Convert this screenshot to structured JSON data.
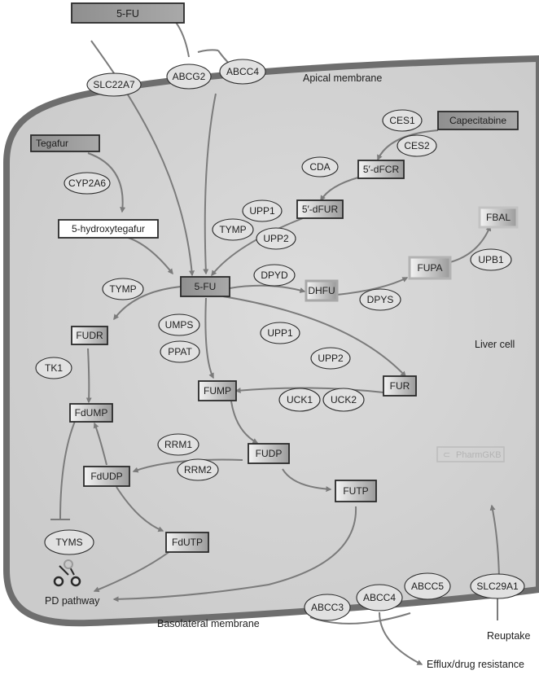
{
  "membranes": {
    "apical": "Apical membrane",
    "basolateral": "Basolateral membrane",
    "cell": "Liver cell"
  },
  "external": {
    "top_drug": "5-FU",
    "reuptake": "Reuptake",
    "efflux": "Efflux/drug resistance"
  },
  "watermark": "PharmGKB",
  "metabolites": {
    "tegafur": "Tegafur",
    "capecitabine": "Capecitabine",
    "dfcr": "5′-dFCR",
    "dfur": "5′-dFUR",
    "hydroxytegafur": "5-hydroxytegafur",
    "fbal": "FBAL",
    "fupa": "FUPA",
    "fu": "5-FU",
    "dhfu": "DHFU",
    "fudr": "FUDR",
    "fump": "FUMP",
    "fur": "FUR",
    "fdump": "FdUMP",
    "fudp": "FUDP",
    "fdudp": "FdUDP",
    "futp": "FUTP",
    "fdutp": "FdUTP"
  },
  "enzymes": {
    "slc22a7": "SLC22A7",
    "abcg2": "ABCG2",
    "abcc4_top": "ABCC4",
    "ces1": "CES1",
    "ces2": "CES2",
    "cda": "CDA",
    "cyp2a6": "CYP2A6",
    "upp1_a": "UPP1",
    "tymp_a": "TYMP",
    "upp2_a": "UPP2",
    "dpyd": "DPYD",
    "upb1": "UPB1",
    "dpys": "DPYS",
    "tymp_b": "TYMP",
    "umps": "UMPS",
    "ppat": "PPAT",
    "upp1_b": "UPP1",
    "upp2_b": "UPP2",
    "tk1": "TK1",
    "uck1": "UCK1",
    "uck2": "UCK2",
    "rrm1": "RRM1",
    "rrm2": "RRM2",
    "tyms": "TYMS",
    "abcc3": "ABCC3",
    "abcc4_bottom": "ABCC4",
    "abcc5": "ABCC5",
    "slc29a1": "SLC29A1"
  },
  "pd": {
    "label": "PD pathway"
  },
  "colors": {
    "cell_fill": "#d3d3d3",
    "membrane": "#6e6e6e",
    "arrow": "#7b7b7b",
    "enzyme_fill": "#e1e1e1"
  }
}
